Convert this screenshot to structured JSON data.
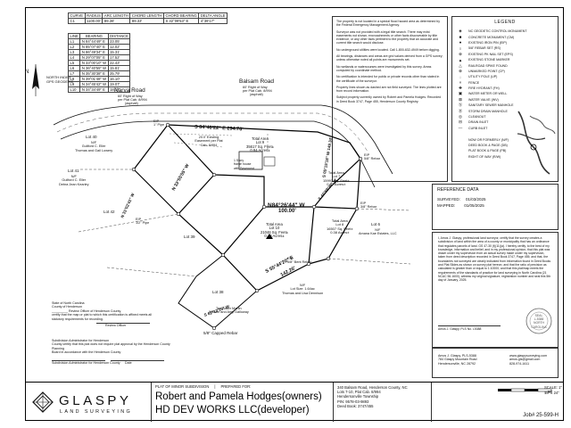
{
  "curve_table": {
    "headers": [
      "CURVE",
      "RADIUS",
      "ARC LENGTH",
      "CHORD LENGTH",
      "CHORD BEARING",
      "DELTA ANGLE"
    ],
    "rows": [
      [
        "C1",
        "1100.00'",
        "89.36'",
        "89.33'",
        "S 32°09'53\" E",
        "4°39'17\""
      ]
    ]
  },
  "line_table": {
    "headers": [
      "LINE",
      "BEARING",
      "DISTANCE"
    ],
    "rows": [
      [
        "L1",
        "N 84°44'49\" E",
        "23.05'"
      ],
      [
        "L2",
        "N 85°07'40\" E",
        "12.02'"
      ],
      [
        "L3",
        "N 86°49'34\" E",
        "15.31'"
      ],
      [
        "L4",
        "N 29°07'05\" E",
        "17.52'"
      ],
      [
        "L5",
        "N 33°00'10\" W",
        "22.43'"
      ],
      [
        "L6",
        "N 36°40'55\" W",
        "15.81'"
      ],
      [
        "L7",
        "N 35°30'38\" E",
        "25.79'"
      ],
      [
        "L8",
        "N 39°01'48\" W",
        "16.10'"
      ],
      [
        "L9",
        "N 34°45'42\" W",
        "19.07'"
      ],
      [
        "L10",
        "N 34°34'49\" E",
        "18.17'"
      ]
    ]
  },
  "north": {
    "label": "NORTH INDEX",
    "sub": "GPS GEODETIC",
    "letter": "N"
  },
  "notes": [
    "The property is not located in a special flood hazard area as determined by the Federal Emergency Management Agency.",
    "Surveyor was not provided with a legal title search. There may exist easements not shown, encroachments or other facts discoverable by title evidence, or any other facts pertinent to the property that an accurate and current title search would disclose.",
    "No underground utilities were located. Call 1-800-632-4949 before digging.",
    "All bearings, distances and areas are grid values derived from a GPS survey; unless otherwise noted all points are monuments set.",
    "No wetlands or watercourses were investigated by this survey. Areas computed by coordinate method.",
    "No certification is intended for public or private records other than stated in the certificate of the surveyor.",
    "Property lines shown as dashed are not field surveyed. The lines plotted are from record information.",
    "Subject property currently owned by Robert and Pamela Hodges. Recorded in Deed Book 3747, Page 455, Henderson County Registry."
  ],
  "legend": {
    "title": "LEGEND",
    "items": [
      {
        "sym": "◈",
        "label": "NC GEODETIC CONTROL MONUMENT"
      },
      {
        "sym": "■",
        "label": "CONCRETE MONUMENT (CM)"
      },
      {
        "sym": "●",
        "label": "EXISTING IRON PIN (EIP)"
      },
      {
        "sym": "○",
        "label": "5/8\" REBAR SET (RS)"
      },
      {
        "sym": "⊗",
        "label": "EXISTING PK NAIL SET (EPS)"
      },
      {
        "sym": "▲",
        "label": "EXISTING STONE MARKER"
      },
      {
        "sym": "△",
        "label": "RAILROAD SPIKE FOUND"
      },
      {
        "sym": "⊕",
        "label": "UNMARKED POINT (CP)"
      },
      {
        "sym": "◌",
        "label": "UTILITY POLE (UP)"
      },
      {
        "sym": "×",
        "label": "FENCE"
      },
      {
        "sym": "✚",
        "label": "FIRE HYDRANT (FH)"
      },
      {
        "sym": "▣",
        "label": "WATER METER OR WELL"
      },
      {
        "sym": "⊠",
        "label": "WATER VALVE (WV)"
      },
      {
        "sym": "Ⓢ",
        "label": "SANITARY SEWER MANHOLE"
      },
      {
        "sym": "Ⓓ",
        "label": "STORM DRAIN MANHOLE"
      },
      {
        "sym": "◎",
        "label": "CLEANOUT"
      },
      {
        "sym": "⊟",
        "label": "DRAIN INLET"
      },
      {
        "sym": "—",
        "label": "CURB INLET"
      },
      {
        "sym": "",
        "label": ""
      },
      {
        "sym": "",
        "label": "NOW OR FORMERLY (N/F)"
      },
      {
        "sym": "",
        "label": "DEED BOOK & PAGE (DB)"
      },
      {
        "sym": "",
        "label": "PLAT BOOK & PAGE (PB)"
      },
      {
        "sym": "",
        "label": "RIGHT OF WAY (R/W)"
      }
    ]
  },
  "reference": {
    "title": "REFERENCE DATA",
    "surveyed_label": "SURVEYED:",
    "surveyed": "01/03/2025",
    "mapped_label": "MAPPED:",
    "mapped": "01/05/2025"
  },
  "certificate": "I, Amos J. Glaspy, professional land surveyor, certify that the survey creates a subdivision of land within the area of a county or municipality that has an ordinance that regulates parcels of land. GS 47-30 (f)(11)(a). I hereby certify, to the best of my knowledge, information and belief, and in my professional opinion, that this plat was drawn under my supervision from an actual survey made under my supervision, taken from deed description recorded in Deed Book 3747, Page 455; and that, the boundaries not surveyed are clearly indicated from information found in Deed Books and Plat Slides as shown on survey plat hereon; and that the ratio of precision as calculated is greater than or equal to 1:10000; and that this plat/map meets the requirements of the standards of practice for land surveying in North Carolina (21 NCAC 56.1600), witness my original signature, registration number and seal this 5th day of January, 2025.",
  "signature": "Amos J. Glaspy, PLS No. L5388",
  "seal": {
    "line1": "SEAL",
    "line2": "L-5388",
    "line3": "NORTH CAROLINA"
  },
  "contact": {
    "name": "Amos J. Glaspy, PLS-5388",
    "address1": "784 Glaspy Mountain Road",
    "address2": "Hendersonville, NC 28792",
    "web": "www.glaspysurveying.com",
    "email": "amos.gls@gmail.com",
    "phone": "828-974-1611"
  },
  "title_block": {
    "logo": "GLASPY",
    "logo_sub": "LAND SURVEYING",
    "plat_label": "PLAT OF MINOR SUBDIVISION",
    "prepared_label": "PREPARED FOR:",
    "owners": "Robert and Pamela Hodges(owners)",
    "developer": "HD DEV WORKS LLC(developer)",
    "address": "340 Balsam Road, Henderson County, NC",
    "lots": "Lots 7-10, Plat Cab. 8/994",
    "township": "Hendersonville Township",
    "pin": "PIN: 9578-03-9893",
    "deed": "Deed Book: 3747/455",
    "scale": "SCALE: 1\" = 30'",
    "paper": "18\" x 24\"",
    "job": "Job# 25-599-H"
  },
  "map": {
    "narva_road": "Narva Road",
    "narva_sub1": "60' Right of Way",
    "narva_sub2": "per Plat Cab. 8/994",
    "narva_sub3": "(asphalt)",
    "balsam_road": "Balsam Road",
    "balsam_sub1": "60' Right of Way",
    "balsam_sub2": "per Plat Cab. 8/994",
    "balsam_sub3": "(asphalt)",
    "b_top": "S 84°40'22\" E  294.76'",
    "b_mid": "N84°26'44\" W",
    "b_mid_dist": "100.00'",
    "b_bottom": "S 55°44'20\" E",
    "b_bottom_dist": "142.26'",
    "b_east": "S 44°59'20\" W",
    "b_east2": "S 05°15'18\" W  149.34'",
    "b_west": "N 33°55'05\" W",
    "b_sw": "N 31°02'41\" W",
    "b_s": "S 62°13'15\" W",
    "lot_40": "Lot 40",
    "lot_40_owner": "N/F\nGuilford C. Eller\nThomas and Gail Lowery",
    "lot_41": "Lot 41",
    "lot_41_owner": "N/F\nGuilford C. Eller\nDebra Jean Kearley",
    "lot_42": "Lot 42",
    "lot_39": "Lot 39",
    "lot_38": "Lot 38",
    "lot_6": "Lot 6",
    "lot_7": "Total Area\nLot 7\n15993 Sq. Feet±\n0.37 Acres±",
    "lot_8": "Total Area\nLot 8\n16507 Sq. Feet±\n0.38 Acres±",
    "lot_9": "Total Area\nLot 9\n35617 Sq. Feet±\n0.84 Acres±",
    "lot_10": "Total Area\nLot 10\n21046 Sq. Feet±\n0.48 Acres±",
    "easement": "20.0' Existing Easement per Plat Cab. 8/994",
    "exist_house": "1 Story\nframe house\nwith Basement",
    "nf_lot6": "N/F\nAmana Kae Estates, LLC",
    "nf_bottom": "N/F\nLot Size: 1.64ac\nThomas and Lisa Dennison",
    "nf_bottom2": "Tax Baker Martin\nWilliam and Amy Galloway",
    "rebar_cap": "5/8\" Capped Rebar",
    "pipe1": "EIP\n1\" Pipe",
    "pipe2": "EIP\n1/2\" Pipe",
    "rebar1": "EIP\n5/8\" Rebar",
    "rebar2": "EIP\n3/8\" Rebar",
    "bent_rebar": "EIP\n5/8\" Bent Rebar"
  },
  "side_certs": {
    "review": "State of North Carolina\nCounty of Henderson\n_________ Review Officer of Henderson County,\ncertify that the map or plat to which this certification is affixed meets all\nstatutory requirements for recording.",
    "review_sig": "Review Officer",
    "subdivision": "Subdivision Administrator for Henderson\nCounty certify that this plat does not require plat approval by the Henderson County Planning\nBoard in accordance with the Henderson County",
    "subdivision_sig": "Subdivision Administrator for Henderson County",
    "date": "Date"
  }
}
